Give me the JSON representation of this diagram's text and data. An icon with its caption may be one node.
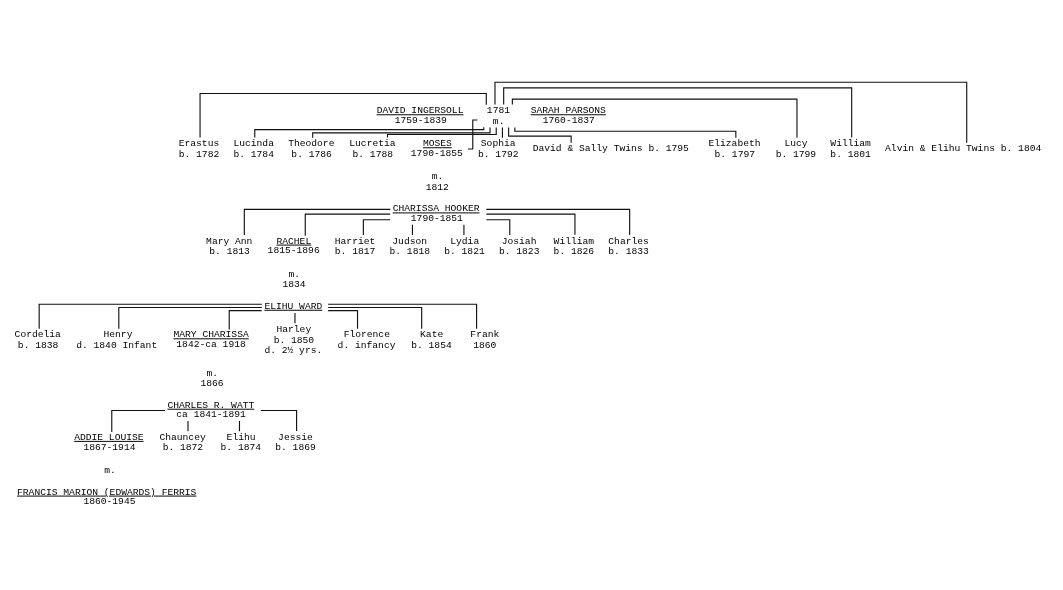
{
  "diagram": {
    "nodes": [
      {
        "text": [
          "DAVID INGERSOLL",
          "1759-1839"
        ]
      },
      {
        "text": [
          "1781",
          "m."
        ]
      },
      {
        "text": [
          "SARAH PARSONS",
          "1760-1837"
        ]
      },
      {
        "text": [
          "Erastus",
          "b. 1782"
        ]
      },
      {
        "text": [
          "Lucinda",
          "b. 1784"
        ]
      },
      {
        "text": [
          "Theodore",
          "b. 1786"
        ]
      },
      {
        "text": [
          "Lucretia",
          "b. 1788"
        ]
      },
      {
        "text": [
          "MOSES",
          "1790-1855"
        ]
      },
      {
        "text": [
          "Sophia",
          "b. 1792"
        ]
      },
      {
        "text": [
          "David & Sally Twins b. 1795"
        ]
      },
      {
        "text": [
          "Elizabeth",
          "b. 1797"
        ]
      },
      {
        "text": [
          "Lucy",
          "b. 1799"
        ]
      },
      {
        "text": [
          "William",
          "b. 1801"
        ]
      },
      {
        "text": [
          "Alvin & Elihu Twins b. 1804"
        ]
      },
      {
        "text": [
          "m.",
          "1812"
        ]
      },
      {
        "text": [
          "CHARISSA HOOKER",
          "1790-1851"
        ]
      },
      {
        "text": [
          "Mary Ann",
          "b. 1813"
        ]
      },
      {
        "text": [
          "RACHEL",
          "1815-1896"
        ]
      },
      {
        "text": [
          "Harriet",
          "b. 1817"
        ]
      },
      {
        "text": [
          "Judson",
          "b. 1818"
        ]
      },
      {
        "text": [
          "Lydia",
          "b. 1821"
        ]
      },
      {
        "text": [
          "Josiah",
          "b. 1823"
        ]
      },
      {
        "text": [
          "William",
          "b. 1826"
        ]
      },
      {
        "text": [
          "Charles",
          "b. 1833"
        ]
      },
      {
        "text": [
          "m.",
          "1834"
        ]
      },
      {
        "text": [
          "ELIHU WARD"
        ]
      },
      {
        "text": [
          "Cordelia",
          "b. 1838"
        ]
      },
      {
        "text": [
          "Henry",
          "d. 1840 Infant"
        ]
      },
      {
        "text": [
          "MARY CHARISSA",
          "1842-ca 1918"
        ]
      },
      {
        "text": [
          "Harley",
          "b. 1850",
          "d. 2½ yrs."
        ]
      },
      {
        "text": [
          "Florence",
          "d. infancy"
        ]
      },
      {
        "text": [
          "Kate",
          "b. 1854"
        ]
      },
      {
        "text": [
          "Frank",
          "1860"
        ]
      },
      {
        "text": [
          "m.",
          "1866"
        ]
      },
      {
        "text": [
          "CHARLES R. WATT",
          "ca 1841-1891"
        ]
      },
      {
        "text": [
          "ADDIE LOUISE",
          "1867-1914"
        ]
      },
      {
        "text": [
          "Chauncey",
          "b. 1872"
        ]
      },
      {
        "text": [
          "Elihu",
          "b. 1874"
        ]
      },
      {
        "text": [
          "Jessie",
          "b. 1869"
        ]
      },
      {
        "text": [
          "m."
        ]
      },
      {
        "text": [
          "FRANCIS MARION (EDWARDS) FERRIS",
          "1860-1945"
        ]
      }
    ],
    "edges": [
      {
        "from": 1,
        "to": 3,
        "arrow": "none"
      },
      {
        "from": 1,
        "to": 4,
        "arrow": "none"
      },
      {
        "from": 1,
        "to": 5,
        "arrow": "none"
      },
      {
        "from": 1,
        "to": 6,
        "arrow": "none"
      },
      {
        "from": 1,
        "to": 7,
        "arrow": "none"
      },
      {
        "from": 1,
        "to": 8,
        "arrow": "none"
      },
      {
        "from": 1,
        "to": 9,
        "arrow": "none"
      },
      {
        "from": 1,
        "to": 10,
        "arrow": "none"
      },
      {
        "from": 1,
        "to": 11,
        "arrow": "none"
      },
      {
        "from": 1,
        "to": 12,
        "arrow": "none"
      },
      {
        "from": 1,
        "to": 13,
        "arrow": "none"
      },
      {
        "from": 15,
        "to": 16,
        "arrow": "none"
      },
      {
        "from": 15,
        "to": 17,
        "arrow": "none"
      },
      {
        "from": 15,
        "to": 18,
        "arrow": "none"
      },
      {
        "from": 15,
        "to": 19,
        "arrow": "none"
      },
      {
        "from": 15,
        "to": 20,
        "arrow": "none"
      },
      {
        "from": 15,
        "to": 21,
        "arrow": "none"
      },
      {
        "from": 15,
        "to": 22,
        "arrow": "none"
      },
      {
        "from": 15,
        "to": 23,
        "arrow": "none"
      },
      {
        "from": 25,
        "to": 26,
        "arrow": "none"
      },
      {
        "from": 25,
        "to": 27,
        "arrow": "none"
      },
      {
        "from": 25,
        "to": 28,
        "arrow": "none"
      },
      {
        "from": 25,
        "to": 29,
        "arrow": "none"
      },
      {
        "from": 25,
        "to": 30,
        "arrow": "none"
      },
      {
        "from": 25,
        "to": 31,
        "arrow": "none"
      },
      {
        "from": 25,
        "to": 32,
        "arrow": "none"
      },
      {
        "from": 34,
        "to": 35,
        "arrow": "none"
      },
      {
        "from": 34,
        "to": 36,
        "arrow": "none"
      },
      {
        "from": 34,
        "to": 37,
        "arrow": "none"
      },
      {
        "from": 34,
        "to": 38,
        "arrow": "none"
      }
    ]
  }
}
